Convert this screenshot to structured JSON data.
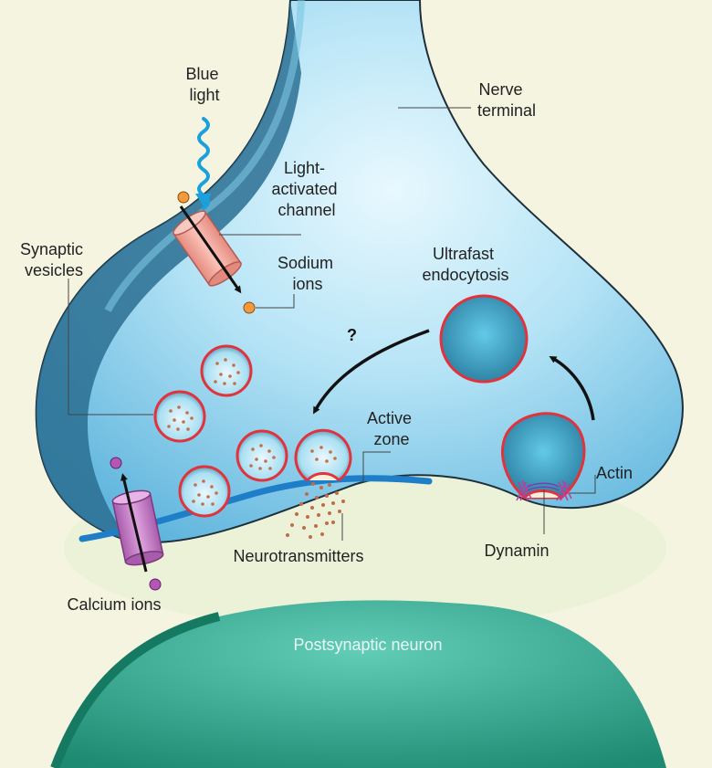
{
  "labels": {
    "blue_light": [
      "Blue",
      "light"
    ],
    "nerve_terminal": [
      "Nerve",
      "terminal"
    ],
    "light_activated_channel": [
      "Light-",
      "activated",
      "channel"
    ],
    "sodium_ions": [
      "Sodium",
      "ions"
    ],
    "synaptic_vesicles": [
      "Synaptic",
      "vesicles"
    ],
    "ultrafast_endocytosis": [
      "Ultrafast",
      "endocytosis"
    ],
    "question_mark": "?",
    "active_zone": [
      "Active",
      "zone"
    ],
    "actin": "Actin",
    "dynamin": "Dynamin",
    "neurotransmitters": "Neurotransmitters",
    "calcium_ions": "Calcium ions",
    "postsynaptic_neuron": "Postsynaptic neuron"
  },
  "colors": {
    "background": "#f4f4e1",
    "terminal_fill": "#9fd8ee",
    "terminal_membrane": "#2a6f92",
    "vesicle_outline": "#e0333c",
    "sodium_channel": "#f2a59a",
    "calcium_channel": "#c77bc8",
    "postsynaptic_neuron": "#2e9a82",
    "blue_light": "#1aa0dc",
    "dynamin": "#c43a9a"
  }
}
